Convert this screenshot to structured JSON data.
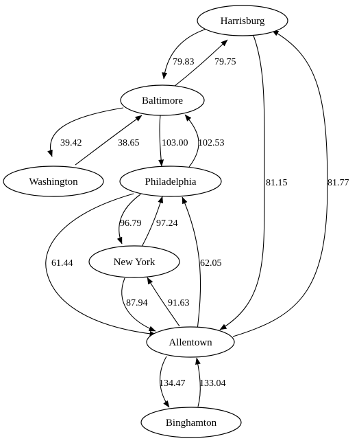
{
  "graph": {
    "type": "directed-weighted-graph",
    "nodes": [
      {
        "id": "harrisburg",
        "label": "Harrisburg"
      },
      {
        "id": "baltimore",
        "label": "Baltimore"
      },
      {
        "id": "washington",
        "label": "Washington"
      },
      {
        "id": "philadelphia",
        "label": "Philadelphia"
      },
      {
        "id": "newyork",
        "label": "New York"
      },
      {
        "id": "allentown",
        "label": "Allentown"
      },
      {
        "id": "binghamton",
        "label": "Binghamton"
      }
    ],
    "edges": [
      {
        "id": "harrisburg-baltimore",
        "from": "harrisburg",
        "to": "baltimore",
        "weight": "79.83"
      },
      {
        "id": "baltimore-harrisburg",
        "from": "baltimore",
        "to": "harrisburg",
        "weight": "79.75"
      },
      {
        "id": "baltimore-washington",
        "from": "baltimore",
        "to": "washington",
        "weight": "39.42"
      },
      {
        "id": "washington-baltimore",
        "from": "washington",
        "to": "baltimore",
        "weight": "38.65"
      },
      {
        "id": "baltimore-philadelphia",
        "from": "baltimore",
        "to": "philadelphia",
        "weight": "103.00"
      },
      {
        "id": "philadelphia-baltimore",
        "from": "philadelphia",
        "to": "baltimore",
        "weight": "102.53"
      },
      {
        "id": "harrisburg-allentown",
        "from": "harrisburg",
        "to": "allentown",
        "weight": "81.15"
      },
      {
        "id": "allentown-harrisburg",
        "from": "allentown",
        "to": "harrisburg",
        "weight": "81.77"
      },
      {
        "id": "philadelphia-newyork",
        "from": "philadelphia",
        "to": "newyork",
        "weight": "96.79"
      },
      {
        "id": "newyork-philadelphia",
        "from": "newyork",
        "to": "philadelphia",
        "weight": "97.24"
      },
      {
        "id": "philadelphia-allentown",
        "from": "philadelphia",
        "to": "allentown",
        "weight": "61.44"
      },
      {
        "id": "allentown-philadelphia",
        "from": "allentown",
        "to": "philadelphia",
        "weight": "62.05"
      },
      {
        "id": "newyork-allentown",
        "from": "newyork",
        "to": "allentown",
        "weight": "87.94"
      },
      {
        "id": "allentown-newyork",
        "from": "allentown",
        "to": "newyork",
        "weight": "91.63"
      },
      {
        "id": "allentown-binghamton",
        "from": "allentown",
        "to": "binghamton",
        "weight": "134.47"
      },
      {
        "id": "binghamton-allentown",
        "from": "binghamton",
        "to": "allentown",
        "weight": "133.04"
      }
    ]
  }
}
